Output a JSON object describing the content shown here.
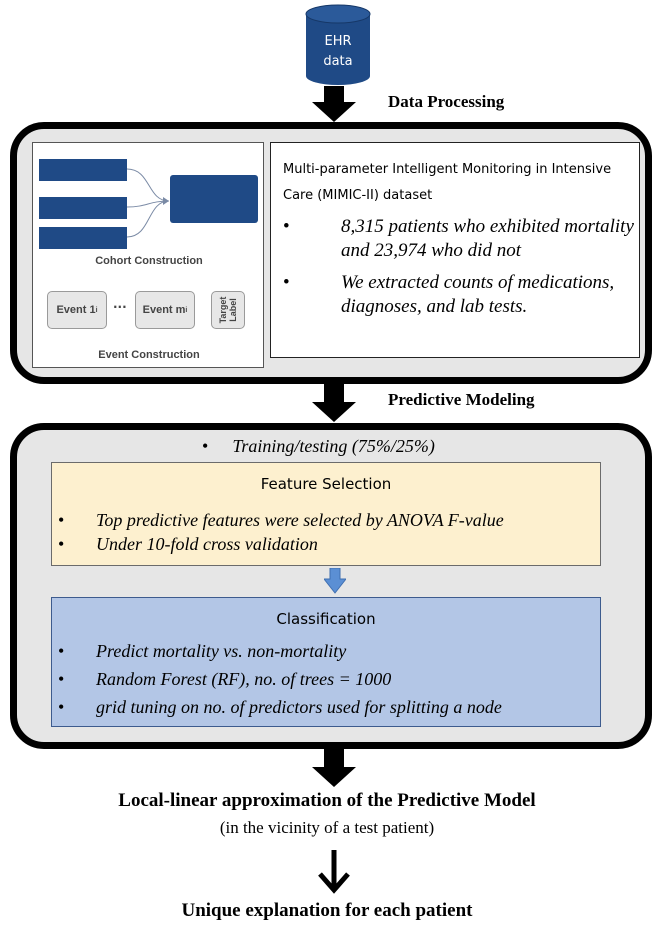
{
  "ehr": {
    "line1": "EHR",
    "line2": "data"
  },
  "stages": {
    "data_processing": "Data Processing",
    "predictive_modeling": "Predictive Modeling"
  },
  "cohort": {
    "cohort_label": "Cohort Construction",
    "event1": "Event 1",
    "event1_sub": "i",
    "ellipsis": "...",
    "eventm": "Event m",
    "eventm_sub": "i",
    "target_label": "Target Label",
    "event_label": "Event Construction"
  },
  "mimic": {
    "title": "Multi-parameter Intelligent Monitoring in Intensive Care (MIMIC-II) dataset",
    "bullets": [
      "8,315 patients who exhibited mortality and 23,974 who did not",
      "We extracted counts of medications, diagnoses, and lab tests."
    ]
  },
  "modeling": {
    "training": "Training/testing (75%/25%)",
    "feature_selection": {
      "title": "Feature Selection",
      "bullets": [
        "Top predictive features were selected by ANOVA F-value",
        "Under 10-fold cross validation"
      ]
    },
    "classification": {
      "title": "Classification",
      "bullets": [
        "Predict mortality vs. non-mortality",
        "Random Forest (RF), no. of trees = 1000",
        "grid tuning on no. of predictors used for splitting a node"
      ]
    }
  },
  "bottom": {
    "local_linear": "Local-linear approximation of the Predictive Model",
    "vicinity": "(in the vicinity of a test patient)",
    "unique": "Unique explanation for each patient"
  },
  "bullet_char": "•",
  "colors": {
    "cylinder": "#1f4a86",
    "stripe": "#1f4a86",
    "feature_box": "#fdf0cf",
    "classification_box": "#b3c6e6",
    "small_arrow": "#5b8fd4",
    "panel_bg": "#e6e6e6"
  }
}
